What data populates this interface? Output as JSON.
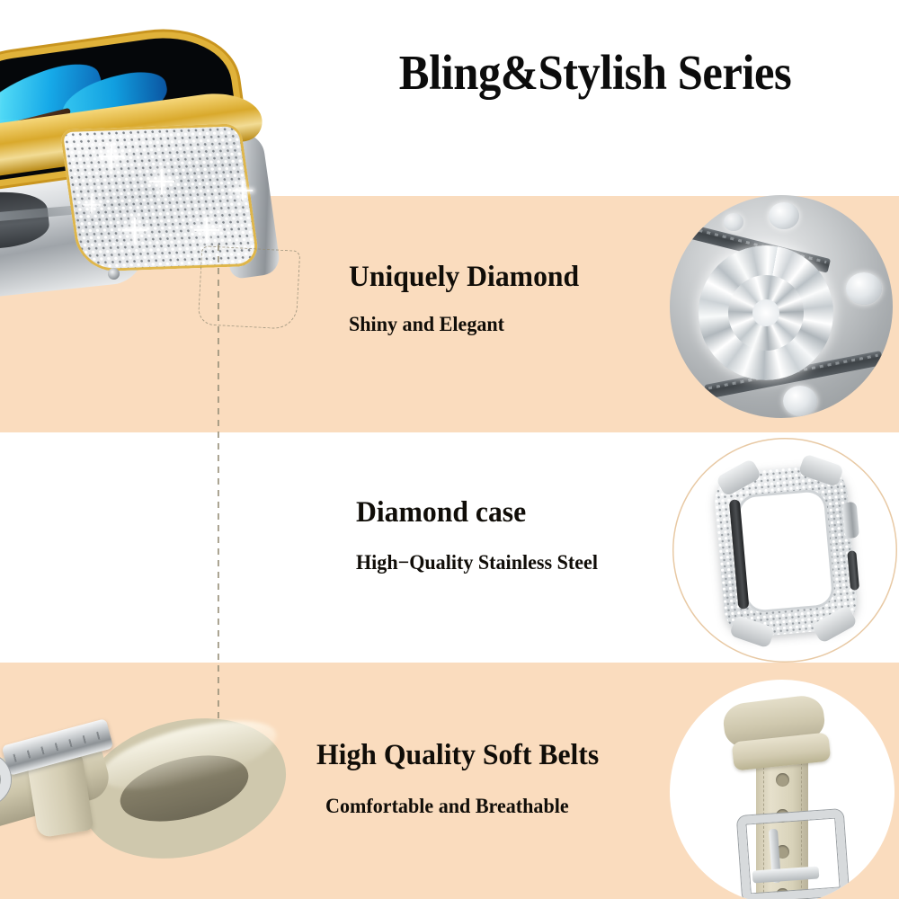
{
  "poster": {
    "headline": "Bling&Stylish Series",
    "background": {
      "peach": "#fadcbe",
      "white": "#ffffff"
    },
    "accents": {
      "gold_bezel": "#d9a92c",
      "silver_case": "#c9cdd0",
      "leather_beige": "#cfc8ad",
      "screen_black": "#05070a",
      "butterfly_blue": "#16a9e8",
      "ring_outline": "#e8c9a4"
    }
  },
  "features": [
    {
      "title": "Uniquely Diamond",
      "subtitle": "Shiny and Elegant",
      "inset": "macro-diamond-with-tweezers-photo"
    },
    {
      "title": "Diamond case",
      "subtitle": "High−Quality Stainless Steel",
      "inset": "rhinestone-watch-case-photo"
    },
    {
      "title": "High Quality Soft Belts",
      "subtitle": "Comfortable and Breathable",
      "inset": "leather-strap-buckle-photo"
    }
  ],
  "product_photo": {
    "name": "bling-smartwatch-with-leather-strap",
    "screen_wallpaper": "blue-butterfly"
  }
}
